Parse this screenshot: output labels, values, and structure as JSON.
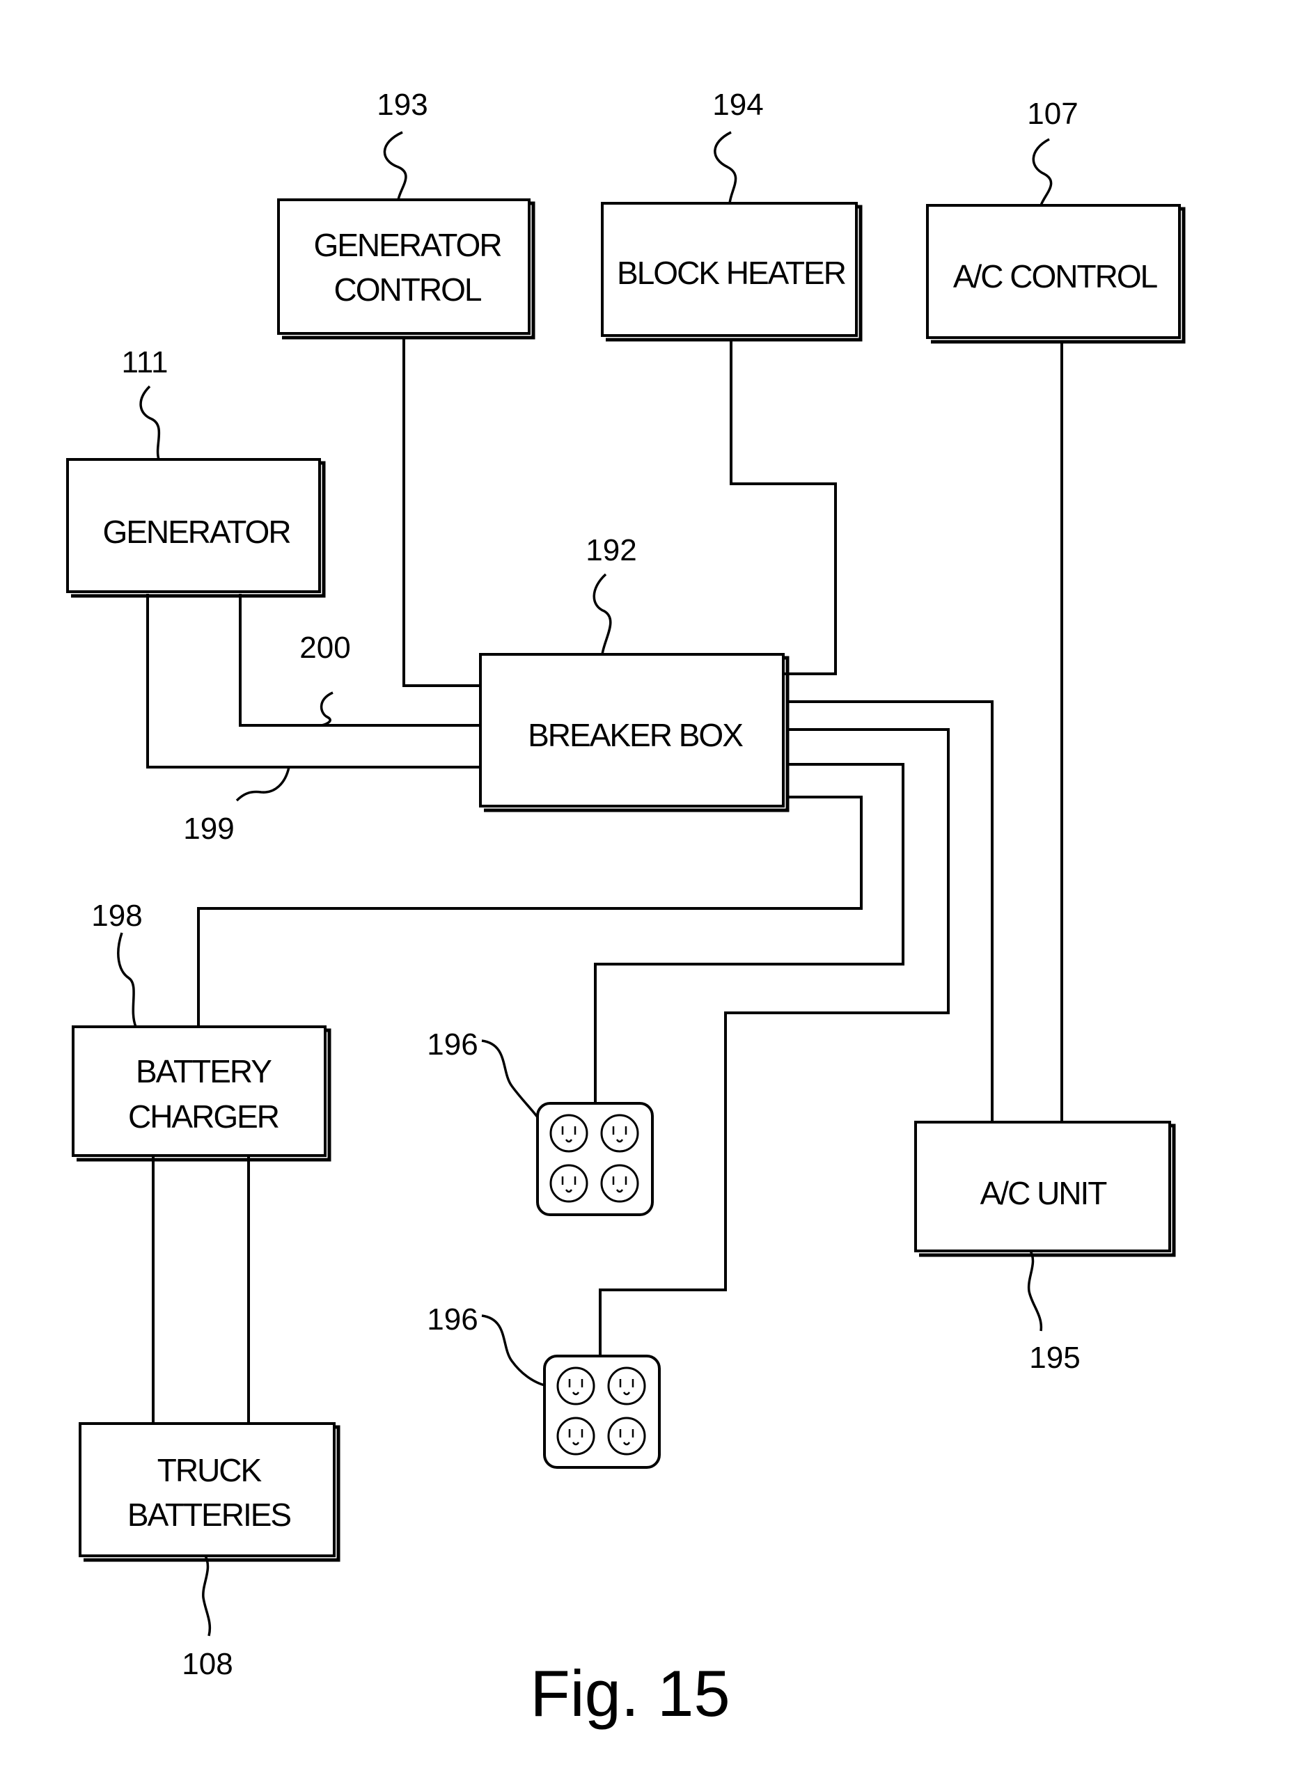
{
  "components": {
    "generator_control": {
      "label_line1": "GENERATOR",
      "label_line2": "CONTROL",
      "ref": "193"
    },
    "block_heater": {
      "label": "BLOCK HEATER",
      "ref": "194"
    },
    "ac_control": {
      "label": "A/C CONTROL",
      "ref": "107"
    },
    "generator": {
      "label": "GENERATOR",
      "ref": "111"
    },
    "breaker_box": {
      "label": "BREAKER BOX",
      "ref": "192"
    },
    "battery_charger": {
      "label_line1": "BATTERY",
      "label_line2": "CHARGER",
      "ref": "198"
    },
    "ac_unit": {
      "label": "A/C UNIT",
      "ref": "195"
    },
    "truck_batteries": {
      "label_line1": "TRUCK",
      "label_line2": "BATTERIES",
      "ref": "108"
    },
    "outlet_upper": {
      "ref": "196"
    },
    "outlet_lower": {
      "ref": "196"
    }
  },
  "wires": {
    "wire_200": {
      "ref": "200"
    },
    "wire_199": {
      "ref": "199"
    }
  },
  "figure": {
    "caption": "Fig. 15"
  }
}
